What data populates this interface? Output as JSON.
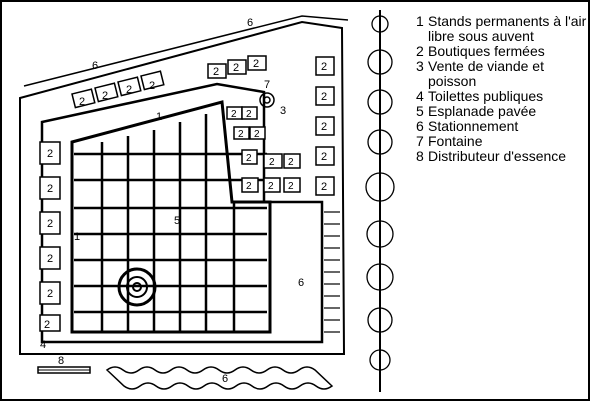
{
  "legend": [
    {
      "num": "1",
      "text": "Stands permanents à l'air libre sous auvent"
    },
    {
      "num": "2",
      "text": "Boutiques fermées"
    },
    {
      "num": "3",
      "text": "Vente de viande et poisson"
    },
    {
      "num": "4",
      "text": "Toilettes publiques"
    },
    {
      "num": "5",
      "text": "Esplanade pavée"
    },
    {
      "num": "6",
      "text": "Stationnement"
    },
    {
      "num": "7",
      "text": "Fontaine"
    },
    {
      "num": "8",
      "text": "Distributeur d'essence"
    }
  ],
  "map_labels": {
    "l1": "1",
    "l1b": "1",
    "l2": "2",
    "l3": "3",
    "l4": "4",
    "l5": "5",
    "l6": "6",
    "l7": "7",
    "l8": "8"
  },
  "colors": {
    "ink": "#000000",
    "paper": "#ffffff"
  }
}
